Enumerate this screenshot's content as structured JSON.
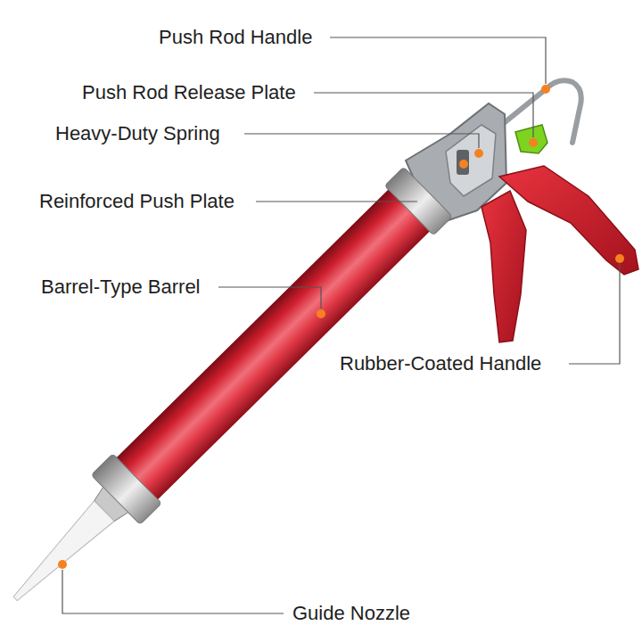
{
  "diagram": {
    "labels": [
      "Push Rod Handle",
      "Push Rod Release Plate",
      "Heavy-Duty Spring",
      "Reinforced Push Plate",
      "Barrel-Type Barrel",
      "Rubber-Coated Handle",
      "Guide Nozzle"
    ]
  }
}
